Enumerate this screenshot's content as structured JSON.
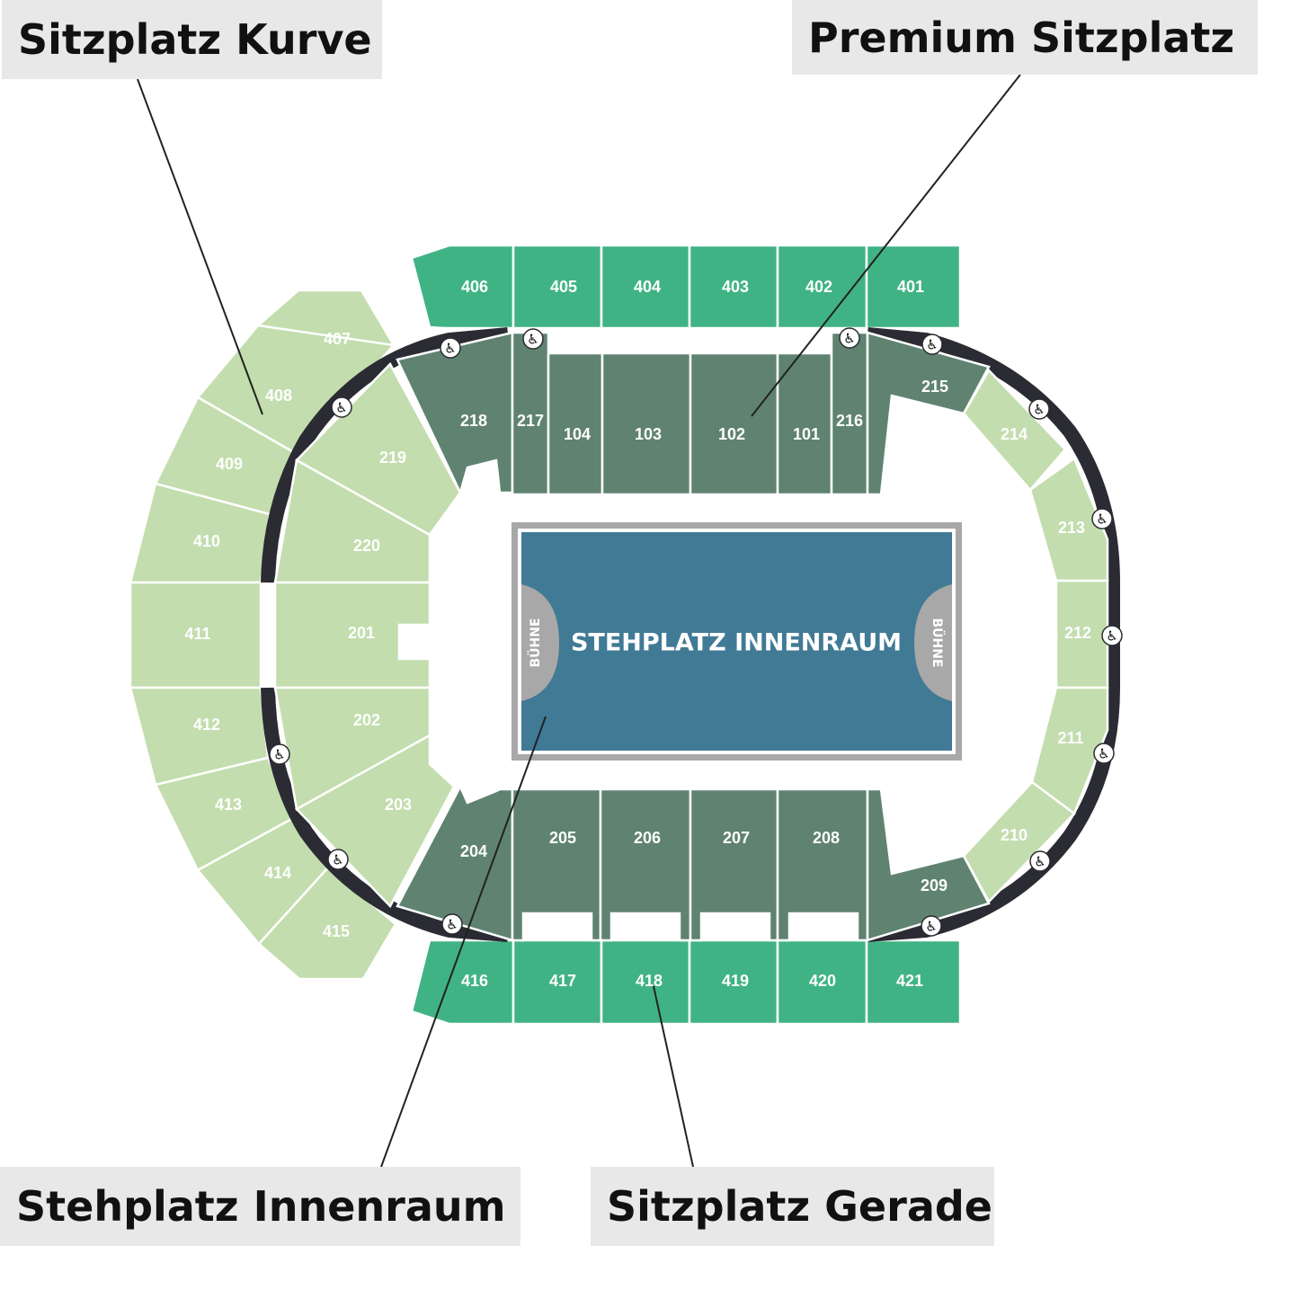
{
  "callouts": {
    "curve_seat": "Sitzplatz Kurve",
    "premium_seat": "Premium Sitzplatz",
    "standing_floor": "Stehplatz Innenraum",
    "straight_seat": "Sitzplatz Gerade"
  },
  "floor": {
    "label": "STEHPLATZ INNENRAUM",
    "stage_left": "BÜHNE",
    "stage_right": "BÜHNE"
  },
  "colors": {
    "curve_seat": "#c3ddae",
    "straight_seat": "#40b384",
    "lower_tier": "#5f8370",
    "floor": "#417a95",
    "floor_border": "#a8a8a8",
    "concourse": "#2b2b33"
  },
  "wheelchair_icon": "wheelchair-icon",
  "sections": {
    "s406": "406",
    "s405": "405",
    "s404": "404",
    "s403": "403",
    "s402": "402",
    "s401": "401",
    "s416": "416",
    "s417": "417",
    "s418": "418",
    "s419": "419",
    "s420": "420",
    "s421": "421",
    "s407": "407",
    "s408": "408",
    "s409": "409",
    "s410": "410",
    "s411": "411",
    "s412": "412",
    "s413": "413",
    "s414": "414",
    "s415": "415",
    "s218": "218",
    "s217": "217",
    "s104": "104",
    "s103": "103",
    "s102": "102",
    "s101": "101",
    "s216": "216",
    "s215": "215",
    "s219": "219",
    "s220": "220",
    "s201": "201",
    "s202": "202",
    "s203": "203",
    "s204": "204",
    "s205": "205",
    "s206": "206",
    "s207": "207",
    "s208": "208",
    "s209": "209",
    "s214": "214",
    "s213": "213",
    "s212": "212",
    "s211": "211",
    "s210": "210"
  }
}
